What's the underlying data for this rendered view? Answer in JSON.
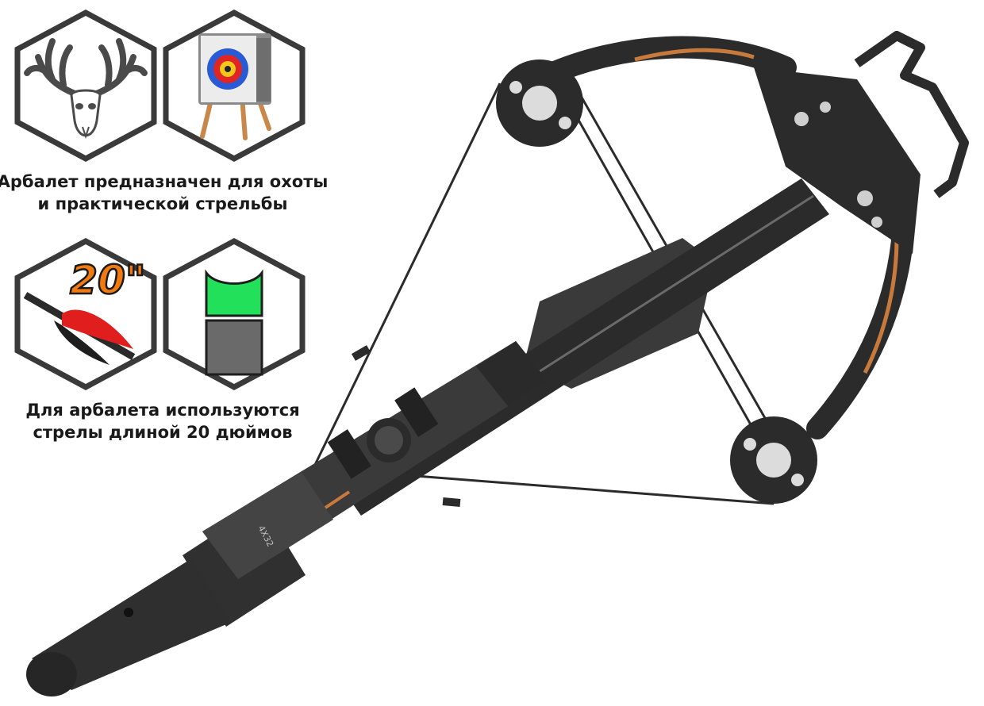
{
  "features": [
    {
      "icons": [
        "deer-antlers-icon",
        "archery-target-icon"
      ],
      "caption_lines": [
        "Арбалет предназначен для охоты",
        "и практической стрельбы"
      ]
    },
    {
      "icons": [
        "arrow-fletching-icon",
        "arrow-groove-icon"
      ],
      "badge": "20\"",
      "caption_lines": [
        "Для арбалета используются",
        "стрелы длиной 20 дюймов"
      ]
    }
  ],
  "product": {
    "scope_marking": "4X32"
  },
  "colors": {
    "hex_border": "#3a3a3a",
    "badge_orange": "#f07a10",
    "groove_green": "#22e05a",
    "fletch_red": "#e01e1e",
    "crossbow_body": "#2b2b2b",
    "limb_accent": "#c87a3c"
  }
}
